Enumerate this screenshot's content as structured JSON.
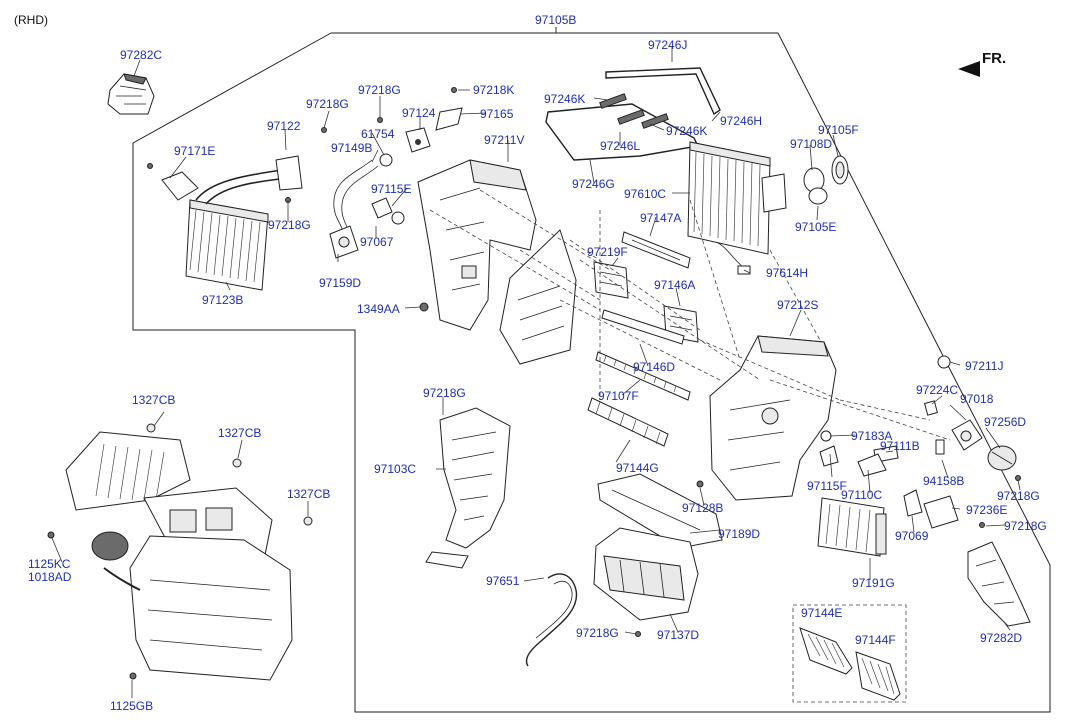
{
  "header": {
    "variant": "(RHD)",
    "main_assembly": "97105B",
    "direction": "FR."
  },
  "labels": [
    {
      "id": "97282C",
      "text": "97282C"
    },
    {
      "id": "97218G_a",
      "text": "97218G"
    },
    {
      "id": "97218G_b",
      "text": "97218G"
    },
    {
      "id": "97218K",
      "text": "97218K"
    },
    {
      "id": "97124",
      "text": "97124"
    },
    {
      "id": "97165",
      "text": "97165"
    },
    {
      "id": "97122",
      "text": "97122"
    },
    {
      "id": "61754",
      "text": "61754"
    },
    {
      "id": "97171E",
      "text": "97171E"
    },
    {
      "id": "97149B",
      "text": "97149B"
    },
    {
      "id": "97211V",
      "text": "97211V"
    },
    {
      "id": "97115E",
      "text": "97115E"
    },
    {
      "id": "97218G_c",
      "text": "97218G"
    },
    {
      "id": "97067",
      "text": "97067"
    },
    {
      "id": "97159D",
      "text": "97159D"
    },
    {
      "id": "97123B",
      "text": "97123B"
    },
    {
      "id": "1349AA",
      "text": "1349AA"
    },
    {
      "id": "97246J",
      "text": "97246J"
    },
    {
      "id": "97246K_a",
      "text": "97246K"
    },
    {
      "id": "97246H",
      "text": "97246H"
    },
    {
      "id": "97246K_b",
      "text": "97246K"
    },
    {
      "id": "97246L",
      "text": "97246L"
    },
    {
      "id": "97246G",
      "text": "97246G"
    },
    {
      "id": "97105F",
      "text": "97105F"
    },
    {
      "id": "97108D",
      "text": "97108D"
    },
    {
      "id": "97610C",
      "text": "97610C"
    },
    {
      "id": "97105E",
      "text": "97105E"
    },
    {
      "id": "97147A",
      "text": "97147A"
    },
    {
      "id": "97219F",
      "text": "97219F"
    },
    {
      "id": "97614H",
      "text": "97614H"
    },
    {
      "id": "97146A",
      "text": "97146A"
    },
    {
      "id": "97212S",
      "text": "97212S"
    },
    {
      "id": "97146D",
      "text": "97146D"
    },
    {
      "id": "97107F",
      "text": "97107F"
    },
    {
      "id": "97211J",
      "text": "97211J"
    },
    {
      "id": "97224C",
      "text": "97224C"
    },
    {
      "id": "97018",
      "text": "97018"
    },
    {
      "id": "97256D",
      "text": "97256D"
    },
    {
      "id": "97183A",
      "text": "97183A"
    },
    {
      "id": "97111B",
      "text": "97111B"
    },
    {
      "id": "97144G",
      "text": "97144G"
    },
    {
      "id": "97115F",
      "text": "97115F"
    },
    {
      "id": "97110C",
      "text": "97110C"
    },
    {
      "id": "94158B",
      "text": "94158B"
    },
    {
      "id": "97218G_d",
      "text": "97218G"
    },
    {
      "id": "97128B",
      "text": "97128B"
    },
    {
      "id": "97236E",
      "text": "97236E"
    },
    {
      "id": "97218G_e",
      "text": "97218G"
    },
    {
      "id": "97189D",
      "text": "97189D"
    },
    {
      "id": "97069",
      "text": "97069"
    },
    {
      "id": "97191G",
      "text": "97191G"
    },
    {
      "id": "97218G_f",
      "text": "97218G"
    },
    {
      "id": "97103C",
      "text": "97103C"
    },
    {
      "id": "1327CB_a",
      "text": "1327CB"
    },
    {
      "id": "1327CB_b",
      "text": "1327CB"
    },
    {
      "id": "1327CB_c",
      "text": "1327CB"
    },
    {
      "id": "1125KC",
      "text": "1125KC"
    },
    {
      "id": "1018AD",
      "text": "1018AD"
    },
    {
      "id": "1125GB",
      "text": "1125GB"
    },
    {
      "id": "97651",
      "text": "97651"
    },
    {
      "id": "97218G_g",
      "text": "97218G"
    },
    {
      "id": "97137D",
      "text": "97137D"
    },
    {
      "id": "97144E",
      "text": "97144E"
    },
    {
      "id": "97144F",
      "text": "97144F"
    },
    {
      "id": "97282D",
      "text": "97282D"
    }
  ]
}
